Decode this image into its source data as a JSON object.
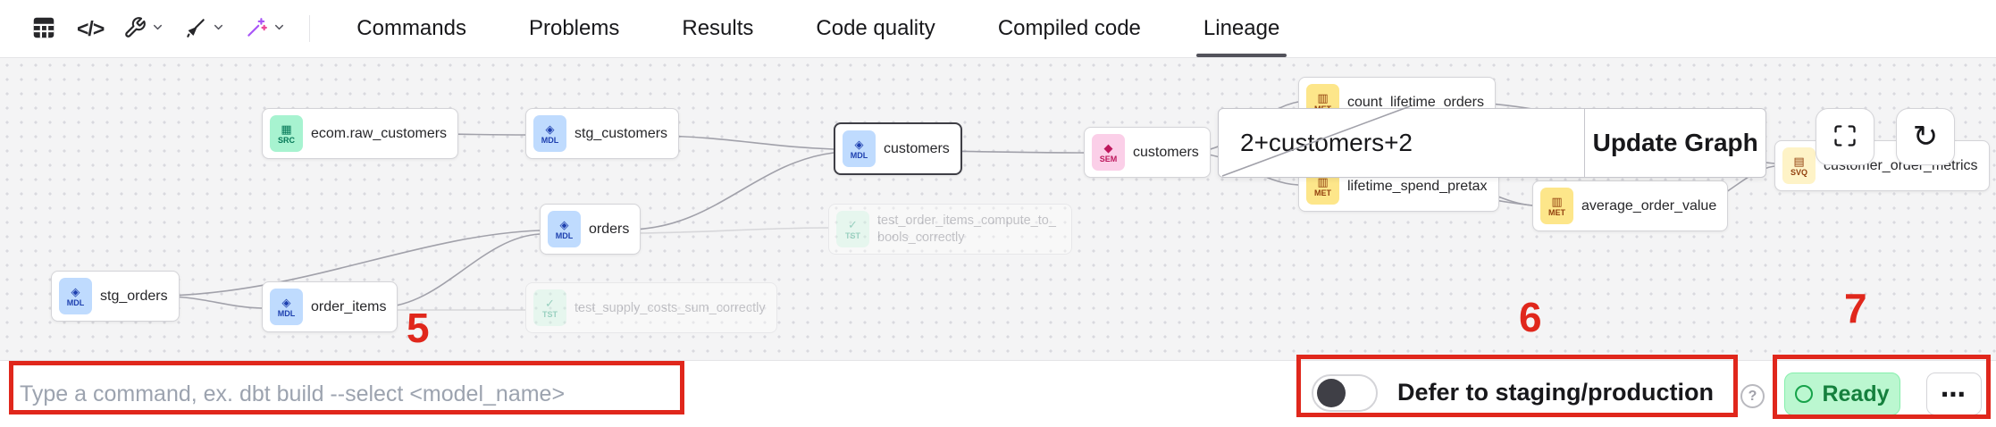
{
  "toolbar": {
    "icons": {
      "code": "</>"
    },
    "tabs": [
      "Commands",
      "Problems",
      "Results",
      "Code quality",
      "Compiled code",
      "Lineage"
    ],
    "active_tab": "Lineage"
  },
  "canvas": {
    "selector_value": "2+customers+2",
    "update_graph_label": "Update Graph",
    "refresh_icon": "↻",
    "nodes": [
      {
        "label": "ecom.raw_customers",
        "badge": "SRC",
        "glyph": "▦"
      },
      {
        "label": "stg_customers",
        "badge": "MDL",
        "glyph": "◈"
      },
      {
        "label": "customers",
        "badge": "MDL",
        "glyph": "◈"
      },
      {
        "label": "customers",
        "badge": "SEM",
        "glyph": "◆"
      },
      {
        "label": "orders",
        "badge": "MDL",
        "glyph": "◈"
      },
      {
        "label": "stg_orders",
        "badge": "MDL",
        "glyph": "◈"
      },
      {
        "label": "order_items",
        "badge": "MDL",
        "glyph": "◈"
      },
      {
        "label": "count_lifetime_orders",
        "badge": "MET",
        "glyph": "▥"
      },
      {
        "label": "lifetime_spend_pretax",
        "badge": "MET",
        "glyph": "▥"
      },
      {
        "label": "average_order_value",
        "badge": "MET",
        "glyph": "▥"
      },
      {
        "label": "customer_order_metrics",
        "badge": "SVQ",
        "glyph": "▤"
      },
      {
        "label": "test_order_items_compute_to_bools_correctly",
        "badge": "TST",
        "glyph": "✓"
      },
      {
        "label": "test_supply_costs_sum_correctly",
        "badge": "TST",
        "glyph": "✓"
      }
    ]
  },
  "bottom_bar": {
    "command_input_placeholder": "Type a command, ex. dbt build --select <model_name>",
    "defer_label": "Defer to staging/production",
    "help_icon": "?",
    "ready_label": "Ready",
    "more_icon": "⋯"
  },
  "annotations": {
    "command_input_number": "5",
    "defer_number": "6",
    "ready_number": "7"
  },
  "colors": {
    "annotation_red": "#e0271c",
    "ready_bg": "#bbf7d0",
    "ready_text": "#15803d",
    "chip_src": "#a7f3d0",
    "chip_mdl": "#bfdbfe",
    "chip_sem": "#fbcfe8",
    "chip_met": "#fde68a",
    "chip_svq": "#fef3c7",
    "chip_tst": "#d1fae5",
    "wand_purple": "#a855f7",
    "canvas_bg": "#f4f4f5"
  }
}
